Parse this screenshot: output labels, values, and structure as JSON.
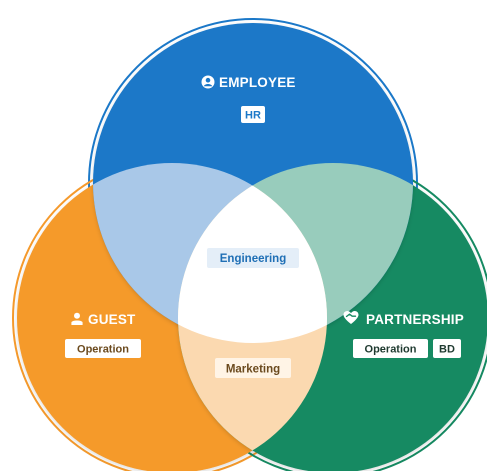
{
  "diagram": {
    "sets": {
      "employee": {
        "label": "EMPLOYEE",
        "icon": "user-circle-icon",
        "tags": [
          "HR"
        ],
        "color": "#1b78c8"
      },
      "guest": {
        "label": "GUEST",
        "icon": "person-icon",
        "tags": [
          "Operation"
        ],
        "color": "#f59a2c"
      },
      "partnership": {
        "label": "PARTNERSHIP",
        "icon": "heart-handshake-icon",
        "tags": [
          "Operation",
          "BD"
        ],
        "color": "#158a62"
      }
    },
    "overlaps": {
      "employee_guest": {
        "color": "#a9c8e8"
      },
      "employee_partnership": {
        "color": "#98ccbc"
      },
      "guest_partnership": {
        "label": "Marketing",
        "color": "#fbd9b0"
      },
      "all_three": {
        "label": "Engineering",
        "color": "#ffffff"
      }
    }
  }
}
